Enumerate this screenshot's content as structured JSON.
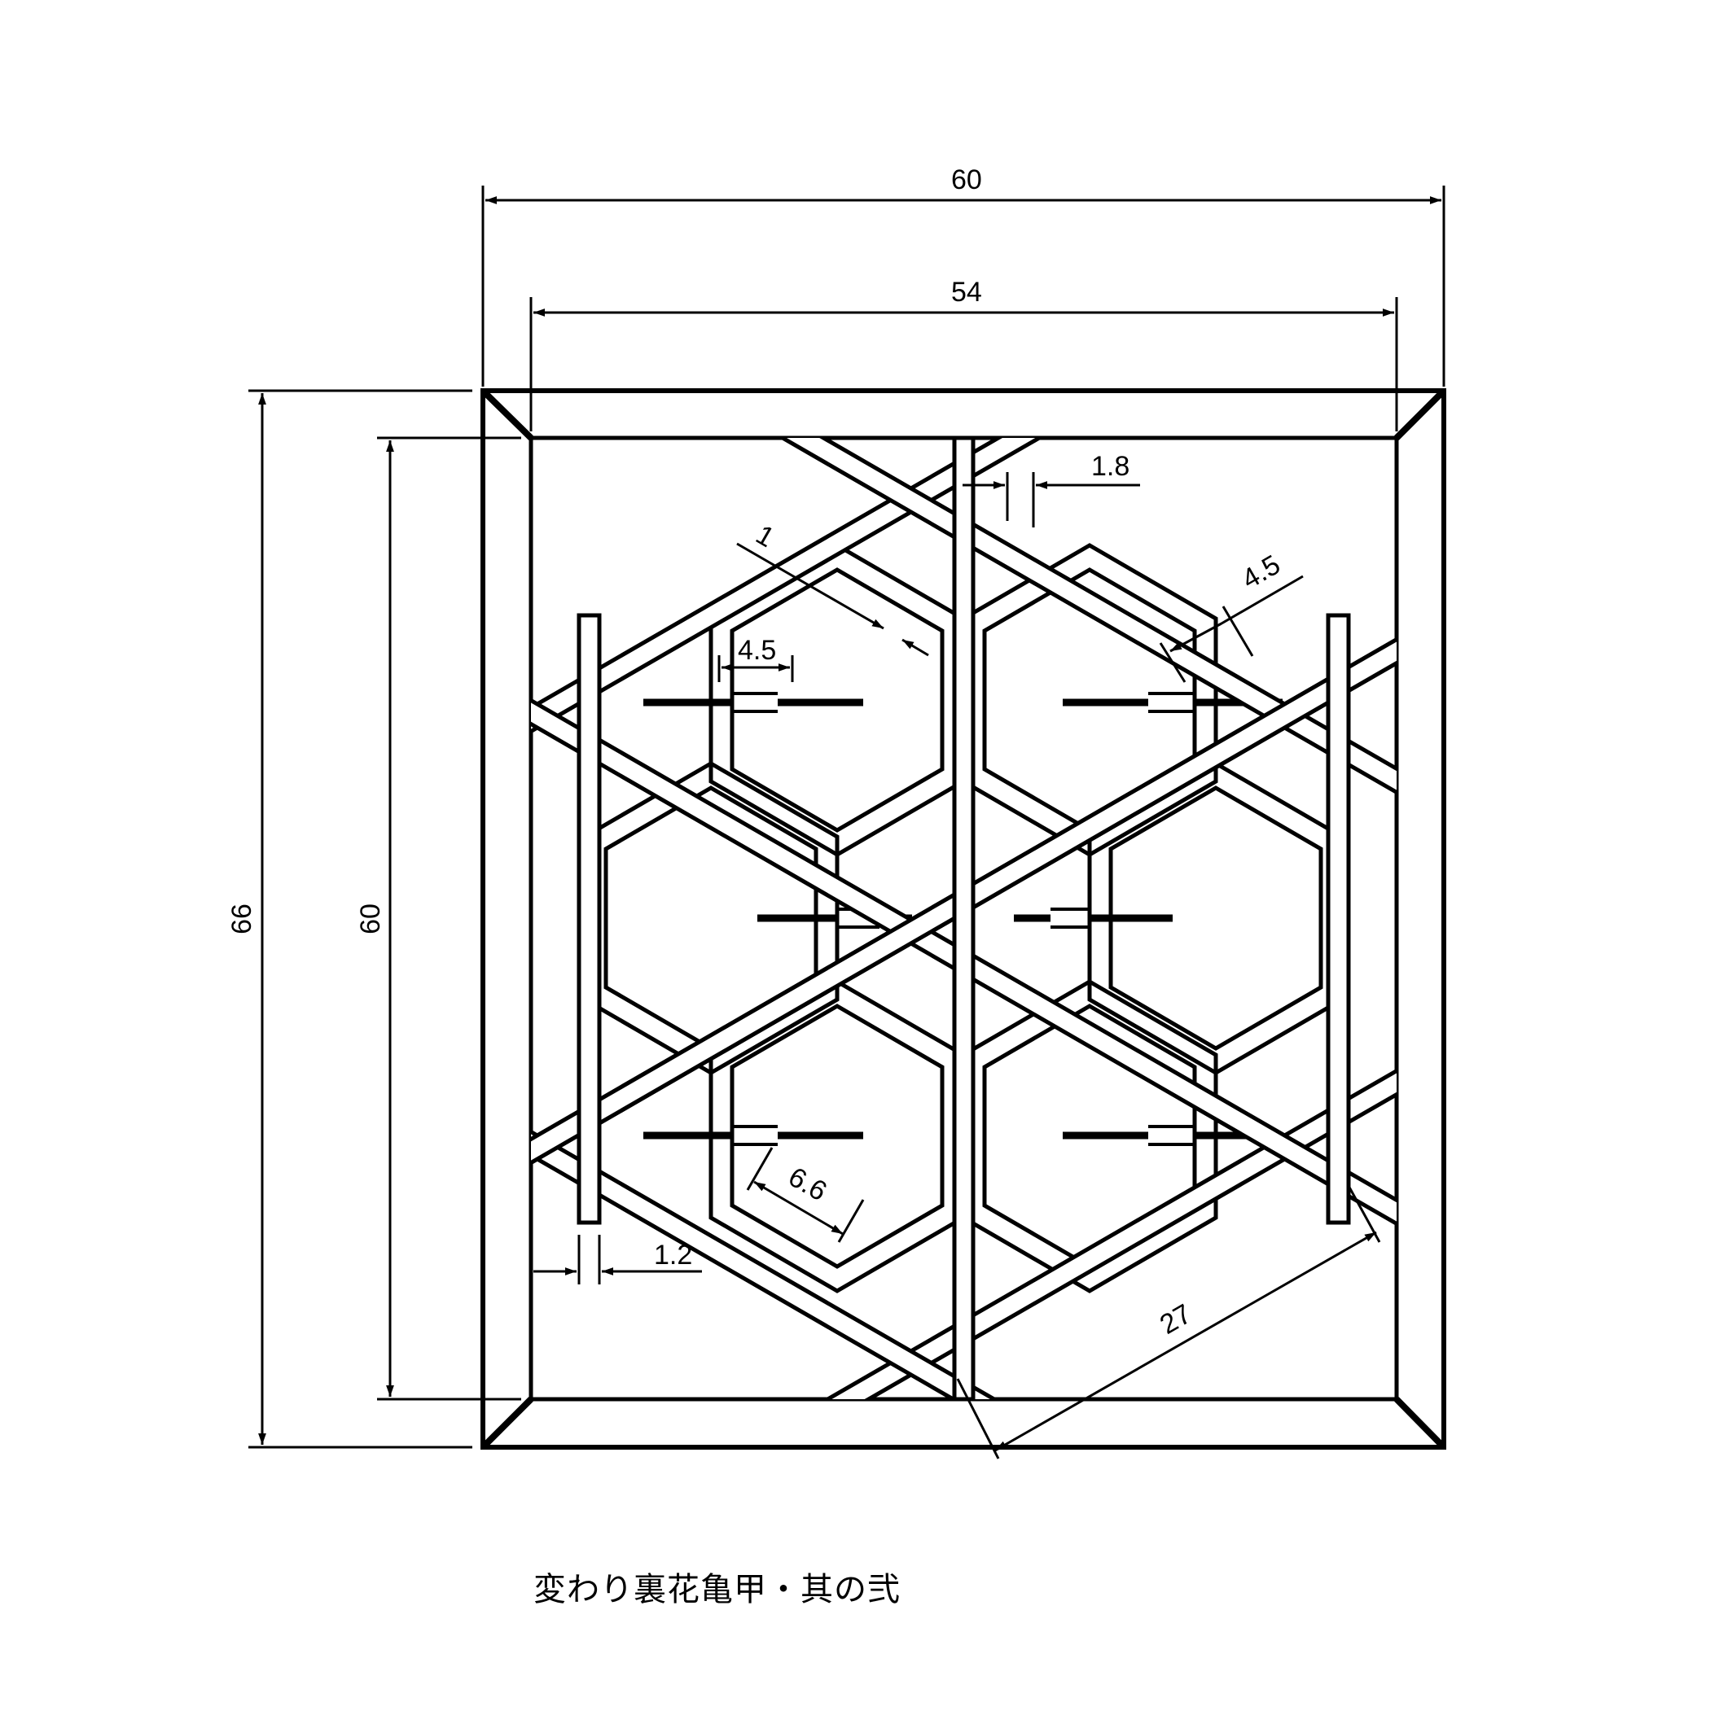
{
  "title": "変わり裏花亀甲・其の弐",
  "dimensions": {
    "overall_width": "60",
    "inner_width": "54",
    "overall_height": "66",
    "inner_height": "60",
    "center_bar_width": "1.8",
    "diagonal_bar_width": "4.5",
    "ring_strip_width": "1",
    "spoke_gap": "4.5",
    "ring_segment": "6.6",
    "side_bar_width": "1.2",
    "diagonal_span": "27"
  },
  "colors": {
    "line": "#000000",
    "background": "#ffffff"
  }
}
